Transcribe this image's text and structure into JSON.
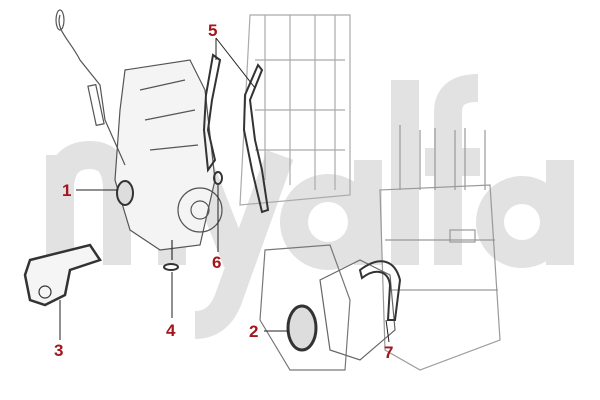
{
  "watermark": "myalfa",
  "accent_color": "#a3161c",
  "callouts": [
    "1",
    "2",
    "3",
    "4",
    "5",
    "6",
    "7"
  ]
}
